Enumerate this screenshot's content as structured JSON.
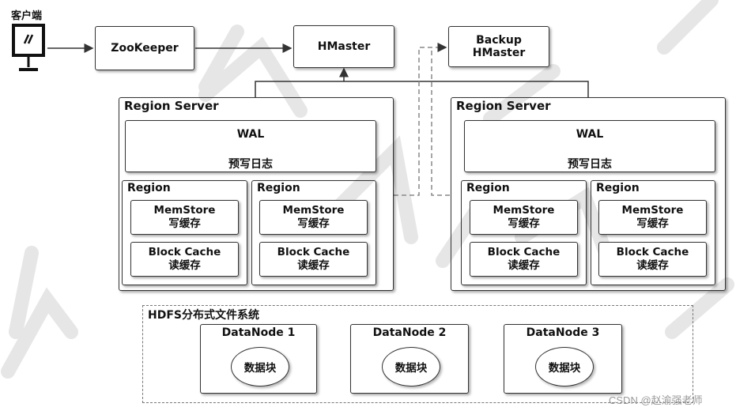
{
  "client": {
    "label": "客户端",
    "icon": "monitor-icon"
  },
  "zookeeper": {
    "label": "ZooKeeper"
  },
  "hmaster": {
    "label": "HMaster"
  },
  "backup_hmaster": {
    "line1": "Backup",
    "line2": "HMaster"
  },
  "region_servers": [
    {
      "title": "Region Server",
      "wal": {
        "title": "WAL",
        "subtitle": "预写日志"
      },
      "regions": [
        {
          "title": "Region",
          "memstore": {
            "title": "MemStore",
            "subtitle": "写缓存"
          },
          "blockcache": {
            "title": "Block Cache",
            "subtitle": "读缓存"
          }
        },
        {
          "title": "Region",
          "memstore": {
            "title": "MemStore",
            "subtitle": "写缓存"
          },
          "blockcache": {
            "title": "Block Cache",
            "subtitle": "读缓存"
          }
        }
      ]
    },
    {
      "title": "Region Server",
      "wal": {
        "title": "WAL",
        "subtitle": "预写日志"
      },
      "regions": [
        {
          "title": "Region",
          "memstore": {
            "title": "MemStore",
            "subtitle": "写缓存"
          },
          "blockcache": {
            "title": "Block Cache",
            "subtitle": "读缓存"
          }
        },
        {
          "title": "Region",
          "memstore": {
            "title": "MemStore",
            "subtitle": "写缓存"
          },
          "blockcache": {
            "title": "Block Cache",
            "subtitle": "读缓存"
          }
        }
      ]
    }
  ],
  "hdfs": {
    "title": "HDFS分布式文件系统",
    "datanodes": [
      {
        "title": "DataNode 1",
        "block": "数据块"
      },
      {
        "title": "DataNode 2",
        "block": "数据块"
      },
      {
        "title": "DataNode 3",
        "block": "数据块"
      }
    ]
  },
  "watermark": "CSDN @赵渝强老师",
  "colors": {
    "border": "#333333",
    "dashed_line": "#888888",
    "background": "#ffffff"
  }
}
